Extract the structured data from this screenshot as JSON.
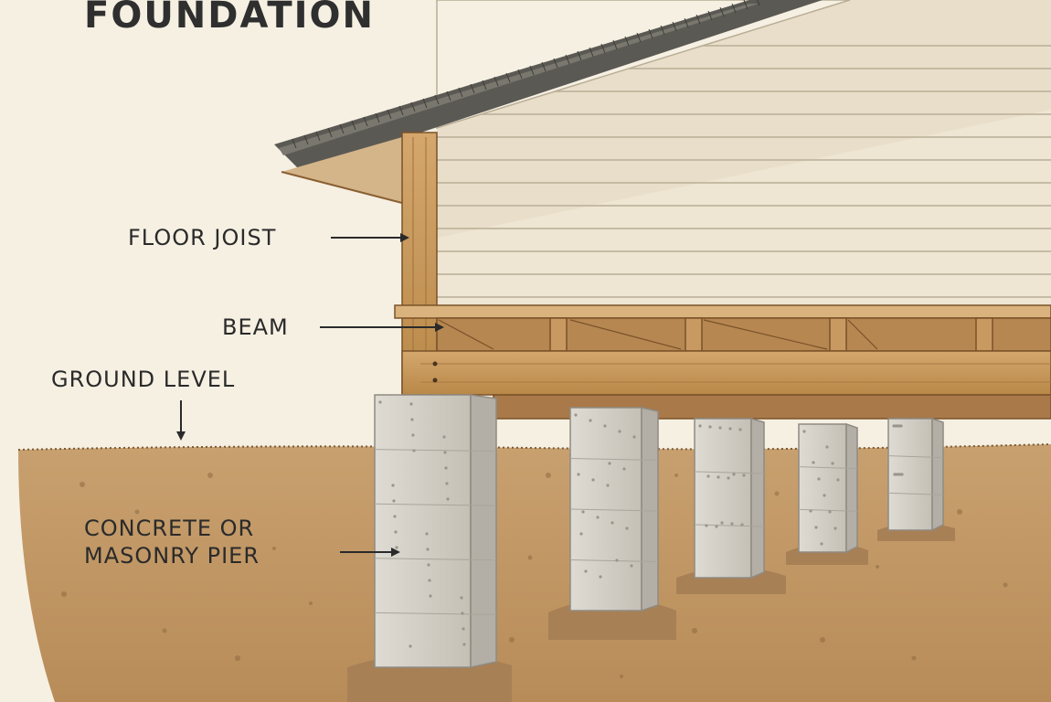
{
  "title": "FOUNDATION",
  "labels": {
    "floor_joist": "FLOOR JOIST",
    "beam": "BEAM",
    "ground_level": "GROUND LEVEL",
    "pier_line1": "CONCRETE OR",
    "pier_line2": "MASONRY PIER"
  },
  "colors": {
    "background": "#f6f0e3",
    "siding": "#eee5d2",
    "siding_line": "#b9ad95",
    "roof": "#5b5953",
    "wood": "#c89a62",
    "wood_dark": "#8a5f32",
    "concrete": "#cfccc4",
    "concrete_dark": "#a9a59c",
    "soil": "#c49a68",
    "soil_dark": "#9d7448",
    "ink": "#2a2a2a"
  }
}
